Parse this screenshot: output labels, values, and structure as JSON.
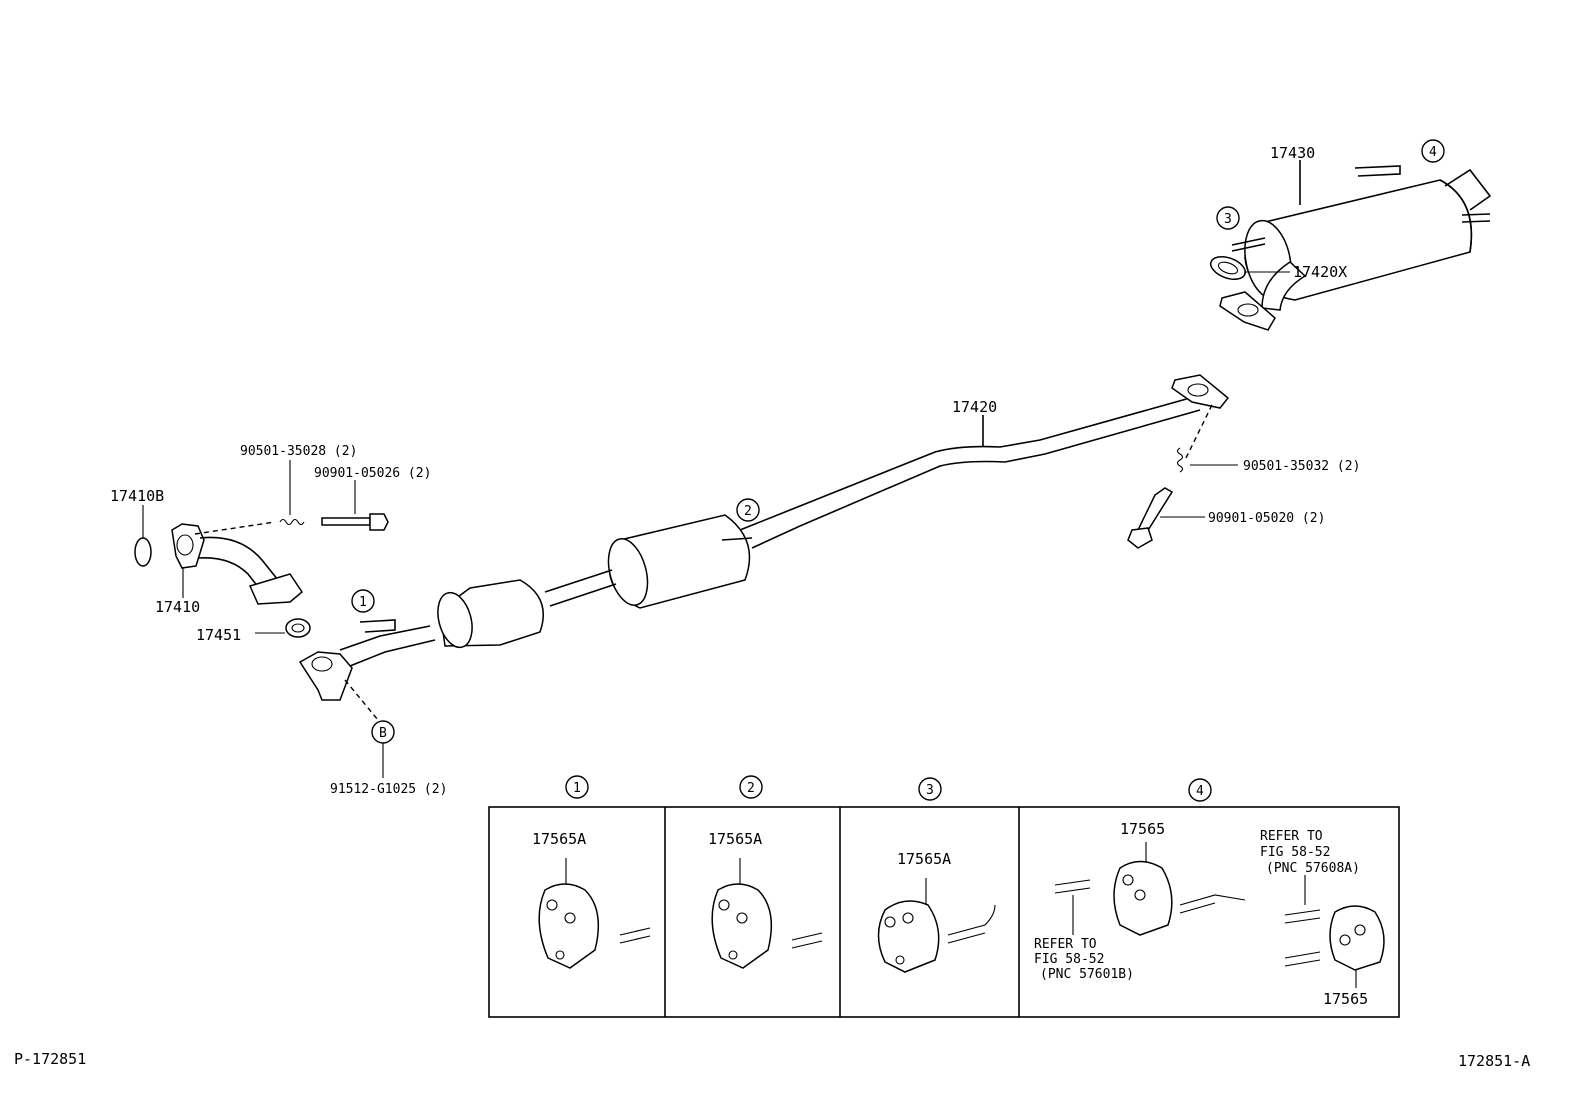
{
  "parts": {
    "p17430": "17430",
    "p17420X": "17420X",
    "p17420": "17420",
    "p90501_35032": "90501-35032 (2)",
    "p90901_05020": "90901-05020 (2)",
    "p90501_35028": "90501-35028 (2)",
    "p90901_05026": "90901-05026 (2)",
    "p17410B": "17410B",
    "p17410": "17410",
    "p17451": "17451",
    "p91512_G1025": "91512-G1025 (2)"
  },
  "callouts": {
    "one": "1",
    "two": "2",
    "three": "3",
    "four": "4",
    "b": "B"
  },
  "detail_panels": {
    "panel1_part": "17565A",
    "panel2_part": "17565A",
    "panel3_part": "17565A",
    "panel4_part_top": "17565",
    "panel4_part_bottom": "17565",
    "refer_left": [
      "REFER TO",
      "FIG 58-52",
      "(PNC 57601B)"
    ],
    "refer_right": [
      "REFER TO",
      "FIG 58-52",
      "(PNC 57608A)"
    ]
  },
  "footer": {
    "left_code": "P-172851",
    "right_code": "172851-A"
  }
}
